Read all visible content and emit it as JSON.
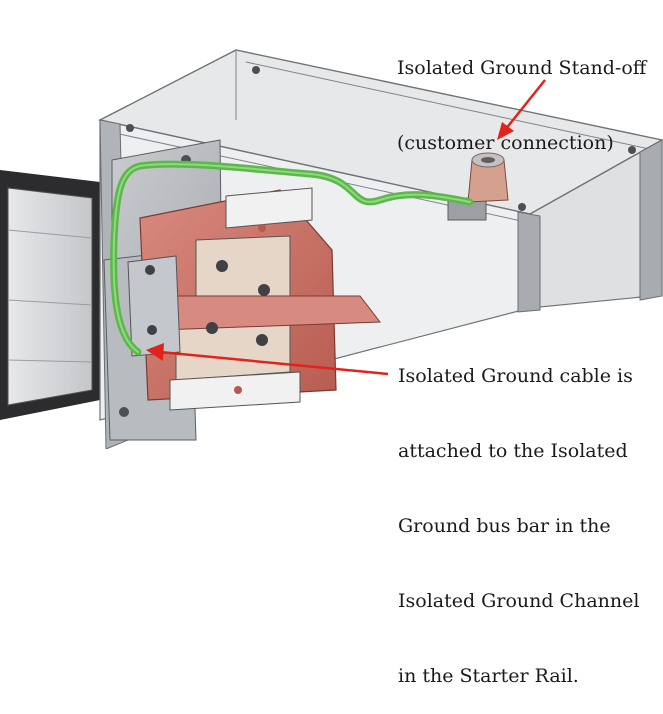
{
  "callouts": {
    "standoff": {
      "lines": [
        "Isolated Ground Stand-off",
        "(customer connection)"
      ]
    },
    "cable": {
      "lines": [
        "Isolated Ground cable is",
        "attached to the Isolated",
        "Ground bus bar in the",
        "Isolated Ground Channel",
        "in the Starter Rail."
      ]
    }
  },
  "colors": {
    "arrow": "#e2231a",
    "ground_cable": "#5cb84a",
    "bus_bar": "#c9685c",
    "enclosure": "#8d9094"
  }
}
